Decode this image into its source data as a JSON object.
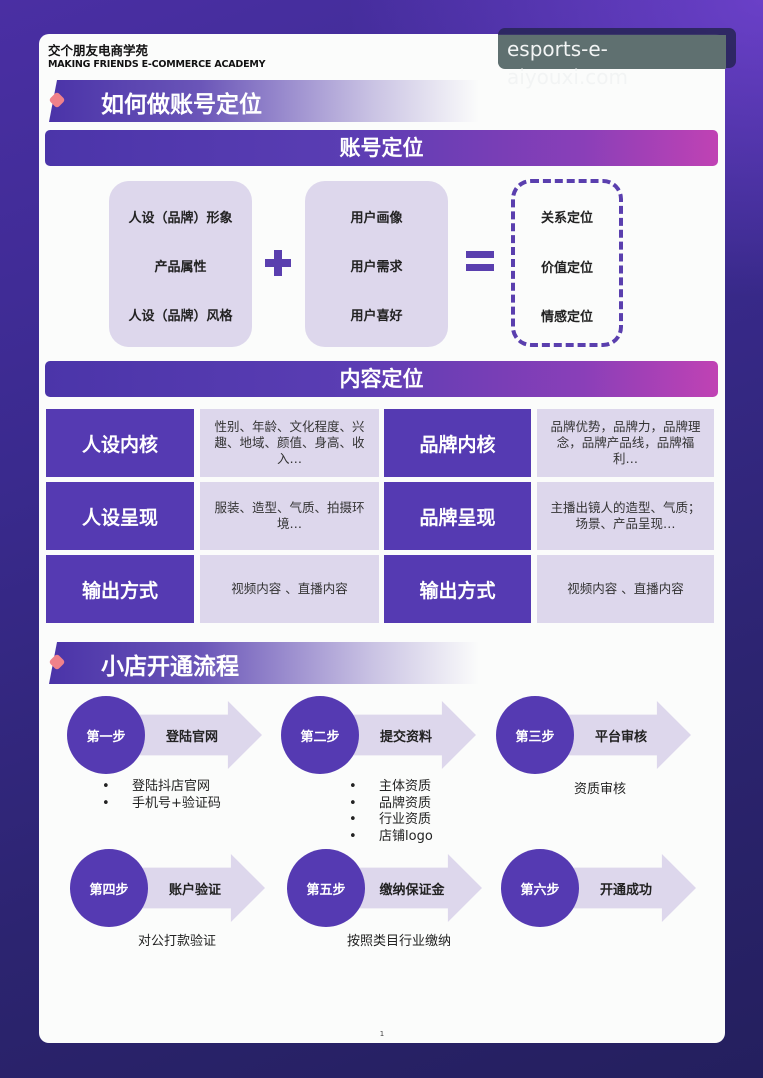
{
  "watermark": "esports-e-aiyouxi.com",
  "brand": {
    "name_cn": "交个朋友电商学苑",
    "name_en": "MAKING FRIENDS E-COMMERCE ACADEMY"
  },
  "section1": {
    "title": "如何做账号定位",
    "account_positioning": {
      "header": "账号定位",
      "group_a": [
        "人设（品牌）形象",
        "产品属性",
        "人设（品牌）风格"
      ],
      "operator_plus": "+",
      "group_b": [
        "用户画像",
        "用户需求",
        "用户喜好"
      ],
      "operator_equals": "=",
      "result": [
        "关系定位",
        "价值定位",
        "情感定位"
      ]
    },
    "content_positioning": {
      "header": "内容定位",
      "rows": [
        {
          "left_head": "人设内核",
          "left_body": "性别、年龄、文化程度、兴趣、地域、颜值、身高、收入…",
          "right_head": "品牌内核",
          "right_body": "品牌优势，品牌力，品牌理念，品牌产品线，品牌福利…"
        },
        {
          "left_head": "人设呈现",
          "left_body": "服装、造型、气质、拍摄环境…",
          "right_head": "品牌呈现",
          "right_body": "主播出镜人的造型、气质；场景、产品呈现…"
        },
        {
          "left_head": "输出方式",
          "left_body": "视频内容 、直播内容",
          "right_head": "输出方式",
          "right_body": "视频内容 、直播内容"
        }
      ]
    }
  },
  "section2": {
    "title": "小店开通流程",
    "steps": [
      {
        "step": "第一步",
        "label": "登陆官网",
        "notes": [
          "登陆抖店官网",
          "手机号+验证码"
        ],
        "bulleted": true
      },
      {
        "step": "第二步",
        "label": "提交资料",
        "notes": [
          "主体资质",
          "品牌资质",
          "行业资质",
          "店铺logo"
        ],
        "bulleted": true
      },
      {
        "step": "第三步",
        "label": "平台审核",
        "notes": [
          "资质审核"
        ],
        "bulleted": false
      },
      {
        "step": "第四步",
        "label": "账户验证",
        "notes": [
          "对公打款验证"
        ],
        "bulleted": false
      },
      {
        "step": "第五步",
        "label": "缴纳保证金",
        "notes": [
          "按照类目行业缴纳"
        ],
        "bulleted": false
      },
      {
        "step": "第六步",
        "label": "开通成功",
        "notes": [],
        "bulleted": false
      }
    ]
  },
  "bullet_char": "•",
  "page_number": "1",
  "colors": {
    "primary_purple": "#553ab2",
    "light_lavender": "#ddd7ec",
    "magenta_accent": "#c042b4",
    "coral_dot": "#f0818a",
    "background_navy": "#2c2470"
  }
}
